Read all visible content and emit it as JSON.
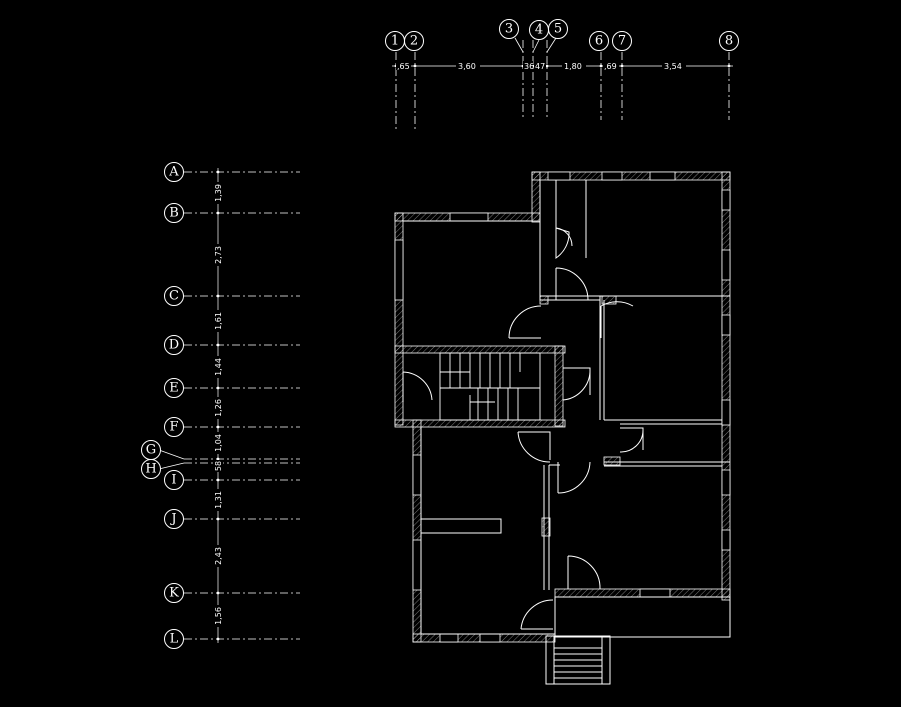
{
  "col_axes": [
    "1",
    "2",
    "3",
    "4",
    "5",
    "6",
    "7",
    "8"
  ],
  "col_dims": [
    ",65",
    "3,60",
    "36",
    "47",
    "1,80",
    ",69",
    "3,54"
  ],
  "row_axes": [
    "A",
    "B",
    "C",
    "D",
    "E",
    "F",
    "G",
    "H",
    "I",
    "J",
    "K",
    "L"
  ],
  "row_dims": [
    "1,39",
    "2,73",
    "1,61",
    "1,44",
    "1,26",
    "1,04",
    "58",
    "1,31",
    "2,43",
    "1,56"
  ],
  "colors": {
    "background": "#000000",
    "lines": "#ffffff"
  }
}
